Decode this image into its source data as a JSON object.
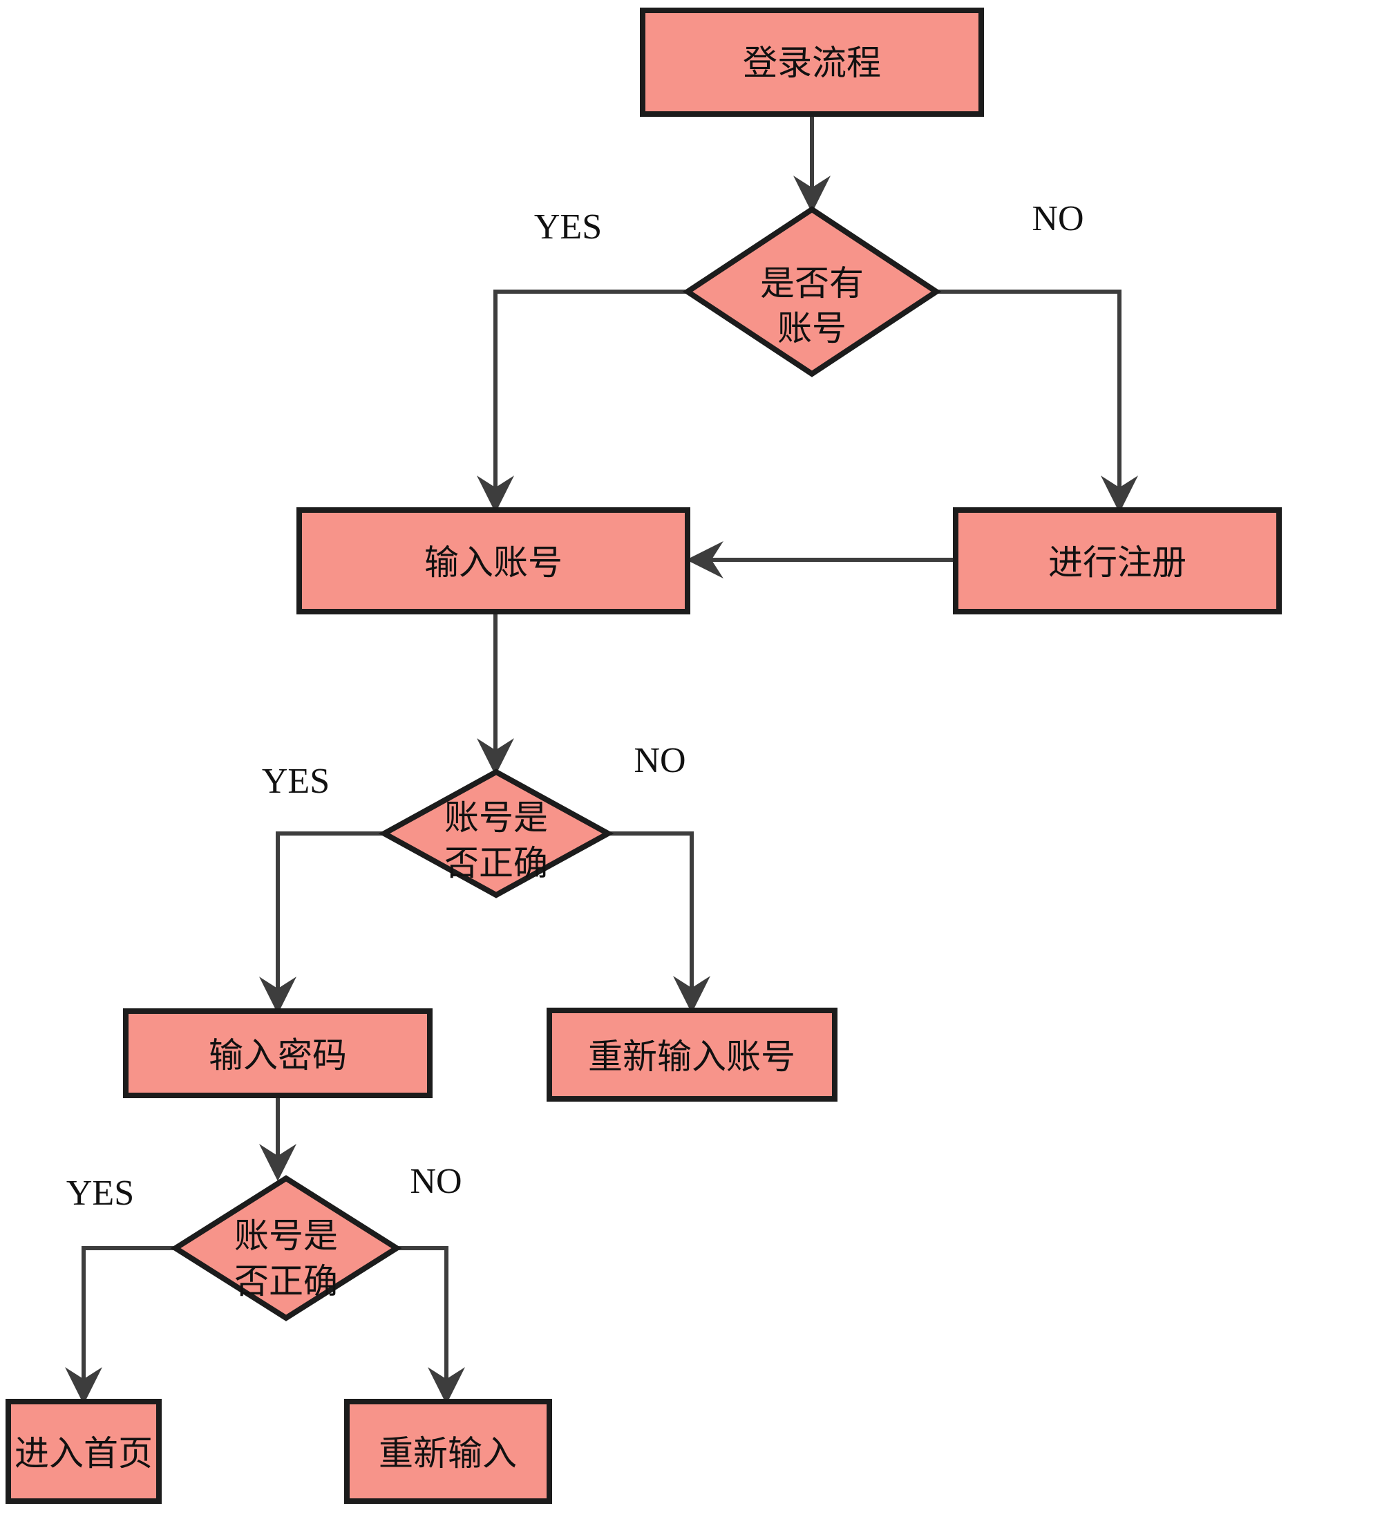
{
  "colors": {
    "node_fill": "#f7948a",
    "node_border": "#1c1c1c",
    "edge": "#3d3d3d",
    "text": "#111111",
    "background": "#ffffff"
  },
  "nodes": {
    "start": {
      "label": "登录流程"
    },
    "has_account_decision": {
      "line1": "是否有",
      "line2": "账号"
    },
    "enter_account": {
      "label": "输入账号"
    },
    "register": {
      "label": "进行注册"
    },
    "account_correct_decision": {
      "line1": "账号是",
      "line2": "否正确"
    },
    "enter_password": {
      "label": "输入密码"
    },
    "reenter_account": {
      "label": "重新输入账号"
    },
    "password_correct_decision": {
      "line1": "账号是",
      "line2": "否正确"
    },
    "go_home": {
      "label": "进入首页"
    },
    "reenter": {
      "label": "重新输入"
    }
  },
  "edge_labels": {
    "has_account_yes": "YES",
    "has_account_no": "NO",
    "account_correct_yes": "YES",
    "account_correct_no": "NO",
    "password_correct_yes": "YES",
    "password_correct_no": "NO"
  }
}
